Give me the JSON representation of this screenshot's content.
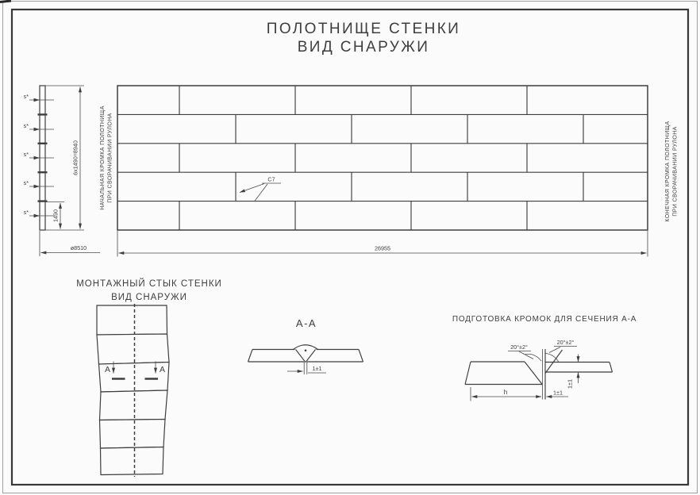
{
  "title": {
    "line1": "ПОЛОТНИЩЕ СТЕНКИ",
    "line2": "ВИД СНАРУЖИ"
  },
  "main_view": {
    "start_edge_note_line1": "НАЧАЛЬНАЯ КРОМКА ПОЛОТНИЩА",
    "start_edge_note_line2": "ПРИ СВОРАЧИВАНИИ РУЛОНА",
    "end_edge_note_line1": "КОНЕЧНАЯ КРОМКА ПОЛОТНИЩА",
    "end_edge_note_line2": "ПРИ СВОРАЧИВАНИИ РУЛОНА",
    "weld_joint_label": "С7",
    "width_dim": "26955",
    "height_dim": "6х1490=8940",
    "course_height_dim": "1490",
    "roll_diameter_dim": "ø8510",
    "thickness_labels": [
      "s*",
      "s*",
      "s*",
      "s*",
      "s*"
    ]
  },
  "montage_view": {
    "title_line1": "МОНТАЖНЫЙ СТЫК СТЕНКИ",
    "title_line2": "ВИД СНАРУЖИ",
    "section_mark_left": "А",
    "section_mark_right": "А"
  },
  "section_view": {
    "title": "А-А",
    "root_gap_dim": "1±1"
  },
  "edge_prep_view": {
    "title": "ПОДГОТОВКА КРОМОК ДЛЯ СЕЧЕНИЯ А-А",
    "bevel_angle_left": "20°±2°",
    "bevel_angle_right": "20°±2°",
    "bevel_width_dim": "h",
    "root_gap_dim": "1±1",
    "offset_dim": "1±1"
  },
  "colors": {
    "line": "#3e3e3e",
    "background": "#fbfbfb",
    "frame": "#383838"
  }
}
